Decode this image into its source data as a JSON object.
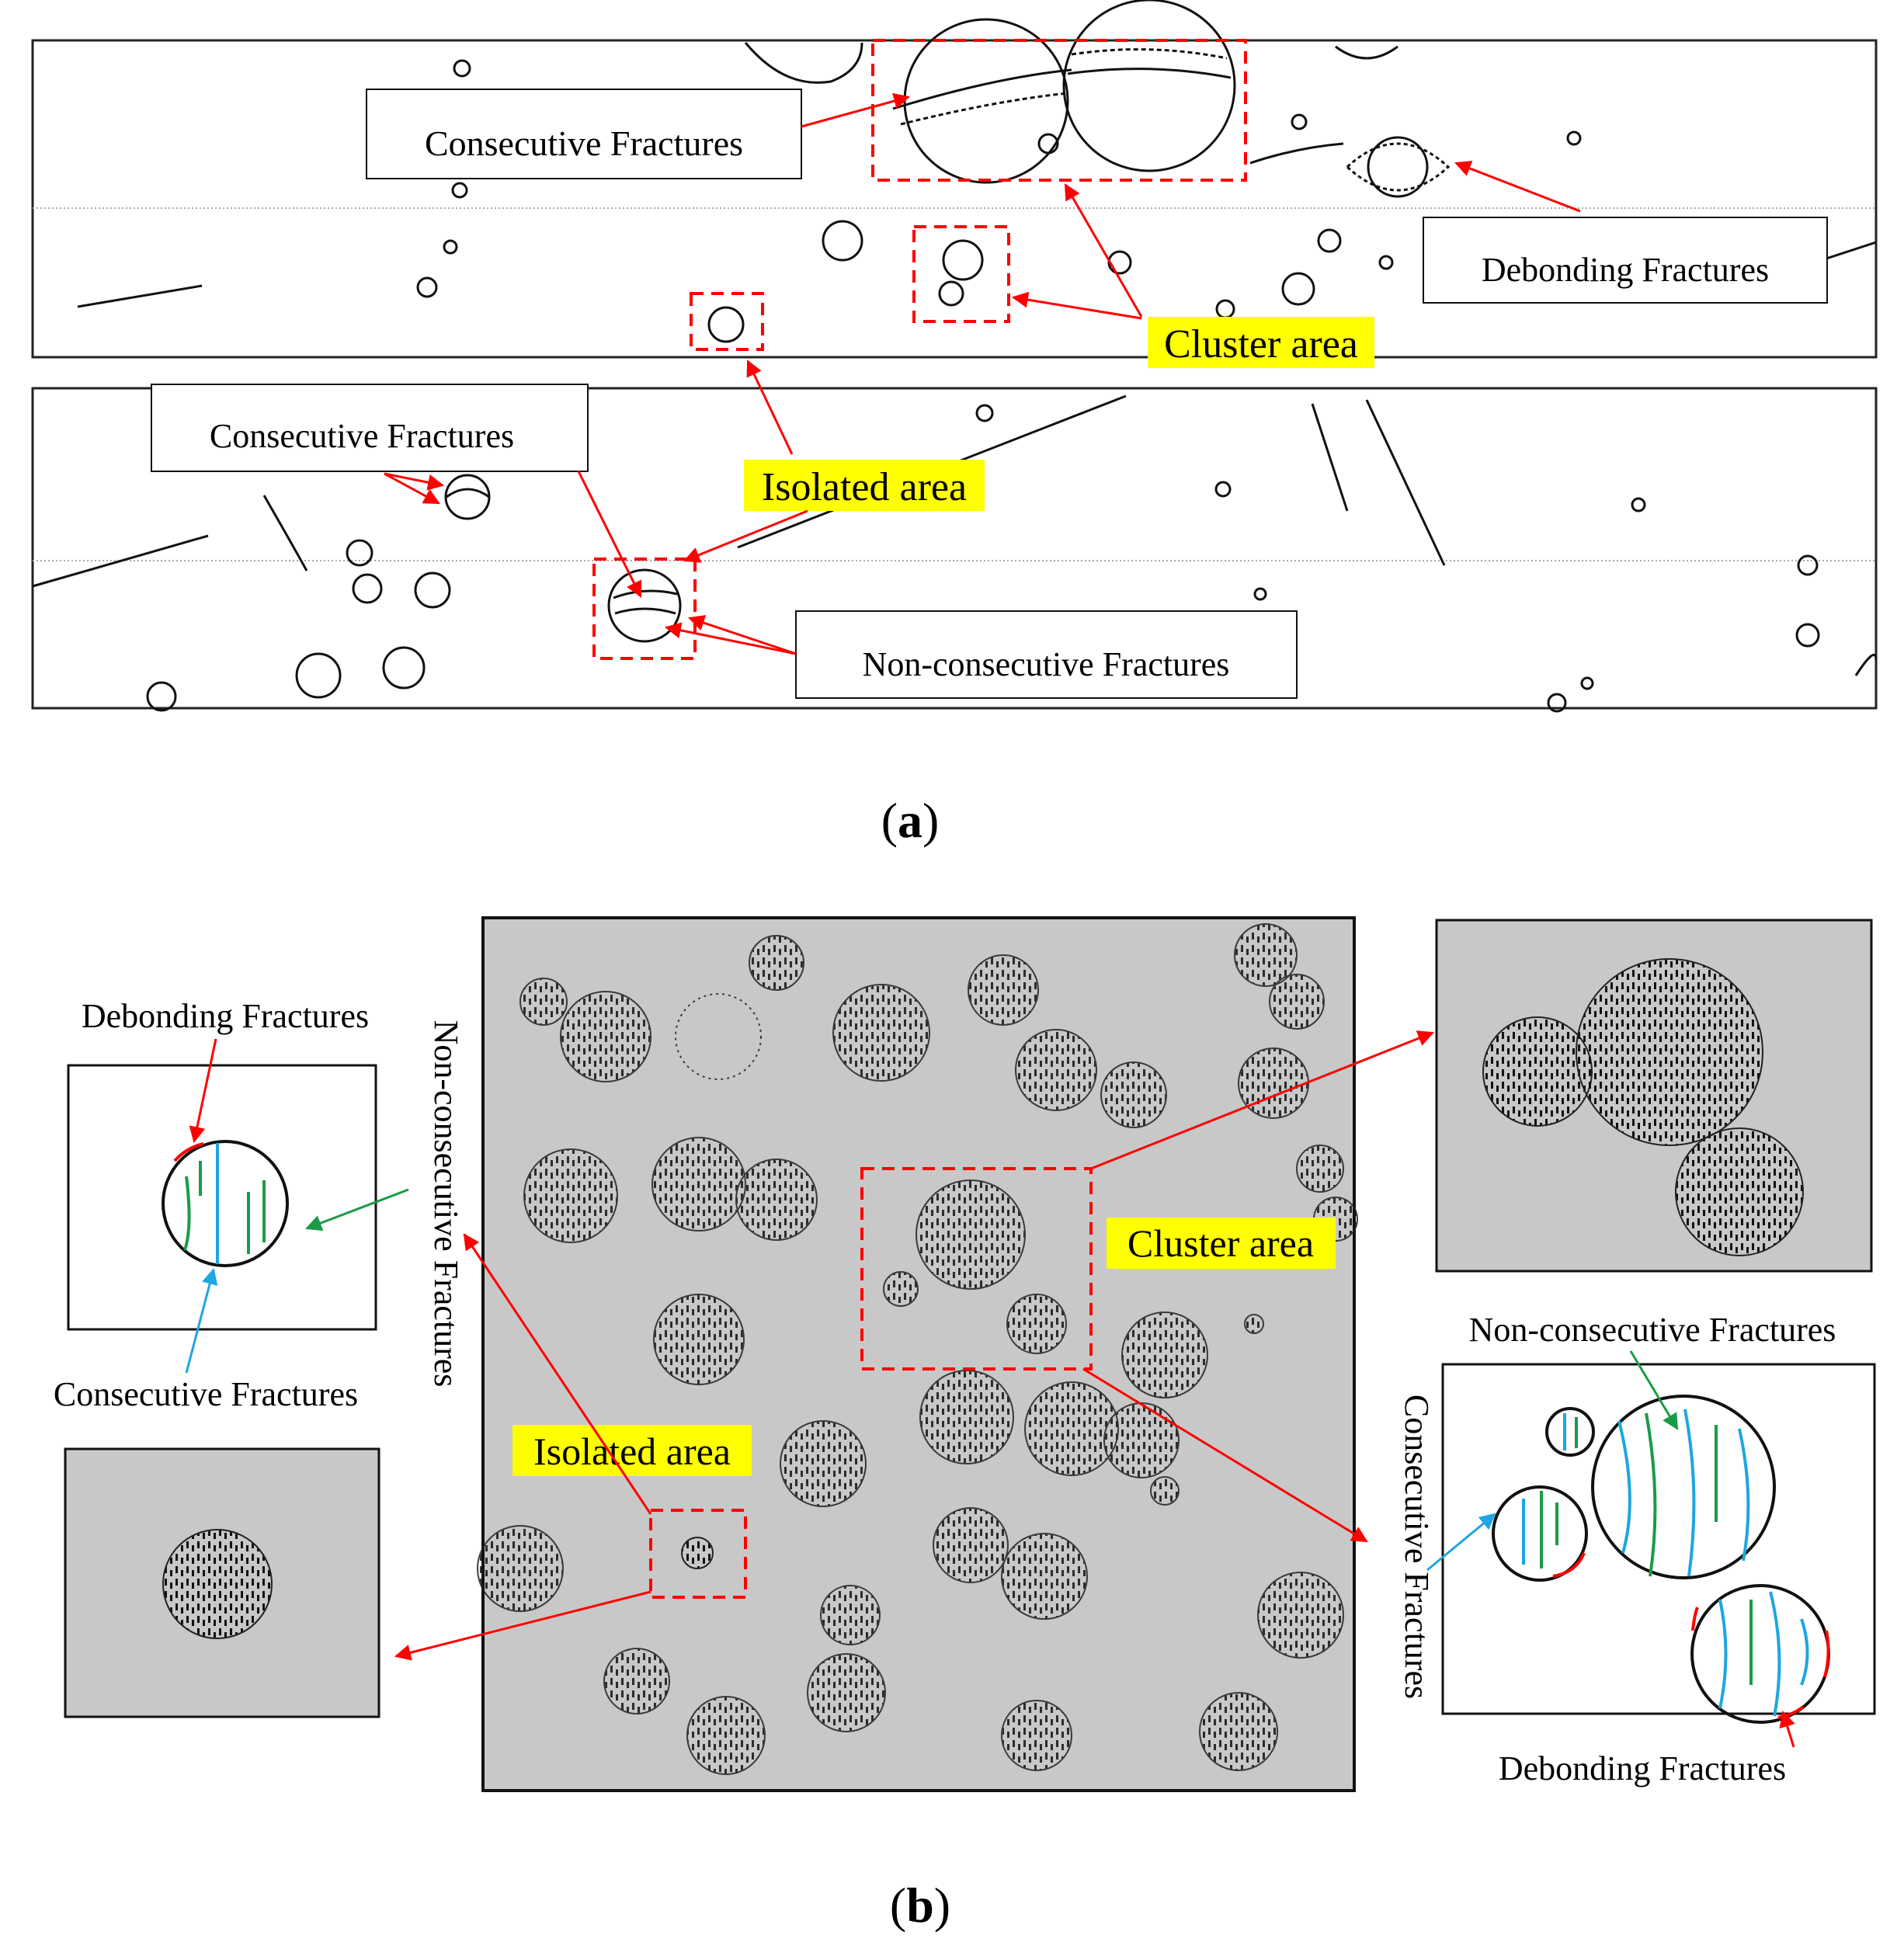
{
  "colors": {
    "red_box": "#ff0000",
    "highlight": "#ffff00",
    "green": "#1a9c46",
    "blue": "#1ea6e0",
    "panel_gray": "#c8c8c8"
  },
  "panel_a": {
    "caption": "(a)",
    "caption_letter": "a",
    "labels": {
      "consecutive_top": "Consecutive Fractures",
      "consecutive_bottom": "Consecutive Fractures",
      "debonding": "Debonding Fractures",
      "non_consecutive": "Non-consecutive Fractures",
      "cluster": "Cluster area",
      "isolated": "Isolated area"
    }
  },
  "panel_b": {
    "caption": "(b)",
    "caption_letter": "b",
    "labels": {
      "debonding_left": "Debonding Fractures",
      "consecutive_left": "Consecutive Fractures",
      "non_consecutive_vertical": "Non-consecutive Fractures",
      "isolated": "Isolated area",
      "cluster": "Cluster area",
      "non_consecutive_right": "Non-consecutive Fractures",
      "consecutive_vertical_right": "Consecutive Fractures",
      "debonding_right": "Debonding Fractures"
    }
  }
}
